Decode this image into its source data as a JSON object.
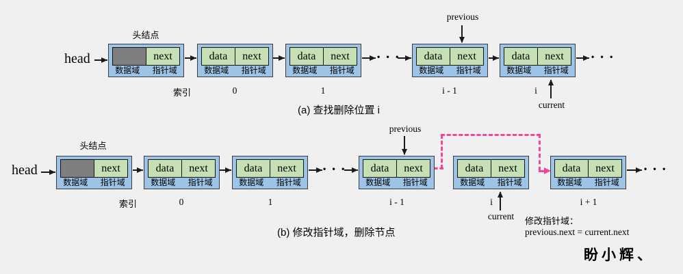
{
  "colors": {
    "bg": "#f0f0f0",
    "node_fill": "#9dc3e6",
    "node_border": "#3a3a3a",
    "cell_fill": "#c5e0b4",
    "head_data_fill": "#7f7f7f",
    "highlight_pink": "#f4459c",
    "arrow_black": "#1a1a1a"
  },
  "labels": {
    "head_pointer": "head",
    "head_node": "头结点",
    "index_header": "索引",
    "data_cell": "data",
    "next_cell": "next",
    "data_field": "数据域",
    "pointer_field": "指针域",
    "previous": "previous",
    "current": "current",
    "ellipsis": "• • •"
  },
  "diagram_a": {
    "caption": "(a) 查找删除位置 i",
    "node_kinds": [
      "head",
      "data",
      "data",
      "data",
      "data"
    ],
    "indices": [
      "0",
      "1",
      "i - 1",
      "i"
    ]
  },
  "diagram_b": {
    "caption": "(b) 修改指针域，删除节点",
    "node_kinds": [
      "head",
      "data",
      "data",
      "data",
      "data",
      "data"
    ],
    "indices": [
      "0",
      "1",
      "i - 1",
      "i",
      "i + 1"
    ],
    "annotation_title": "修改指针域：",
    "annotation_code": "previous.next = current.next"
  },
  "watermark": "盼小辉、"
}
